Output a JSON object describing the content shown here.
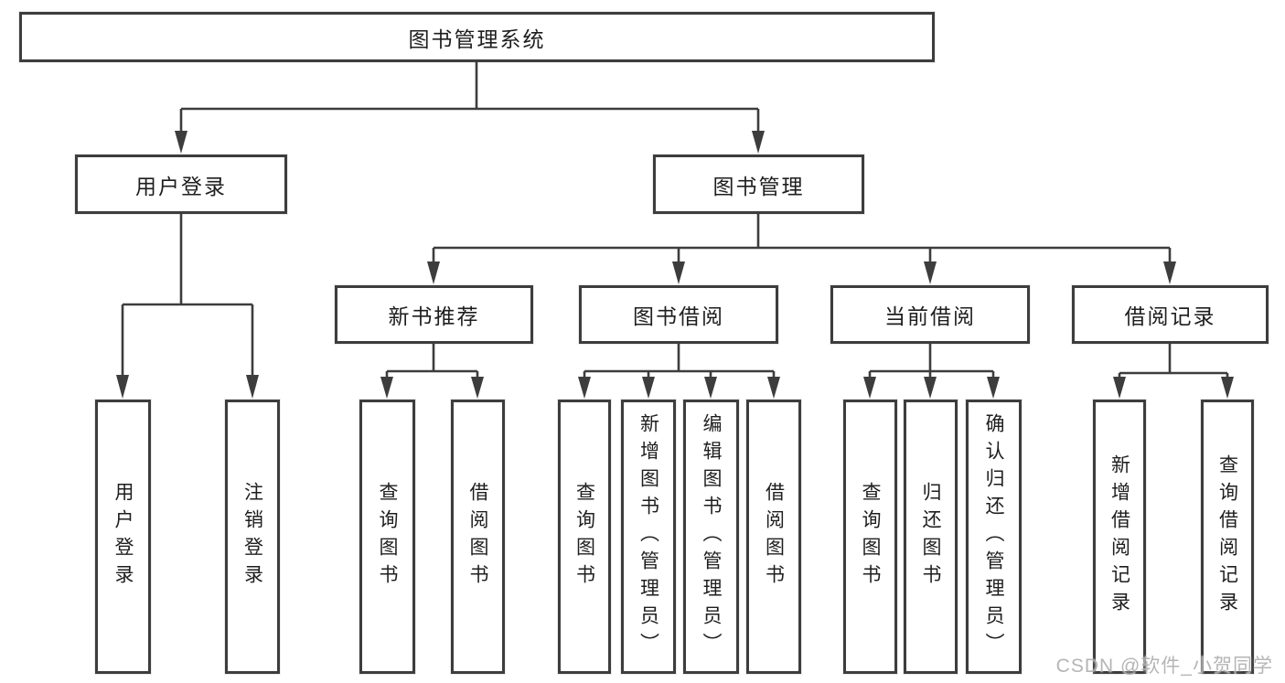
{
  "tree": {
    "label": "图书管理系统",
    "children": [
      {
        "label": "用户登录",
        "children": [
          {
            "label": "用户登录"
          },
          {
            "label": "注销登录"
          }
        ]
      },
      {
        "label": "图书管理",
        "children": [
          {
            "label": "新书推荐",
            "children": [
              {
                "label": "查询图书"
              },
              {
                "label": "借阅图书"
              }
            ]
          },
          {
            "label": "图书借阅",
            "children": [
              {
                "label": "查询图书"
              },
              {
                "label": "新增图书（管理员）"
              },
              {
                "label": "编辑图书（管理员）"
              },
              {
                "label": "借阅图书"
              }
            ]
          },
          {
            "label": "当前借阅",
            "children": [
              {
                "label": "查询图书"
              },
              {
                "label": "归还图书"
              },
              {
                "label": "确认归还（管理员）"
              }
            ]
          },
          {
            "label": "借阅记录",
            "children": [
              {
                "label": "新增借阅记录"
              },
              {
                "label": "查询借阅记录"
              }
            ]
          }
        ]
      }
    ]
  },
  "watermark": {
    "text": "CSDN @软件_小贺同学"
  },
  "colors": {
    "line": "#3d3d3d",
    "text": "#1e1e1e",
    "watermark": "#afafaf",
    "bg": "#ffffff"
  }
}
